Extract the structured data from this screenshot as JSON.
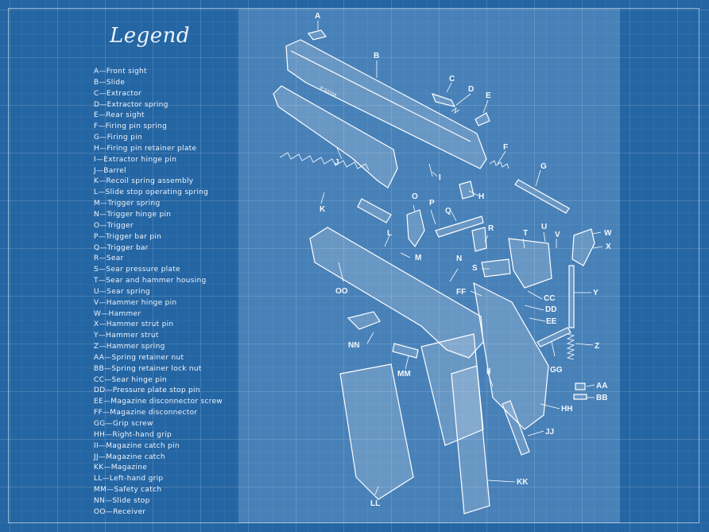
{
  "legend": {
    "title": "Legend",
    "items": [
      "A—Front sight",
      "B—Slide",
      "C—Extractor",
      "D—Extractor spring",
      "E—Rear sight",
      "F—Firing pin spring",
      "G—Firing pin",
      "H—Firing pin retainer plate",
      "I—Extractor hinge pin",
      "J—Barrel",
      "K—Recoil spring assembly",
      "L—Slide stop operating spring",
      "M—Trigger spring",
      "N—Trigger hinge pin",
      "O—Trigger",
      "P—Trigger bar pin",
      "Q—Trigger bar",
      "R—Sear",
      "S—Sear pressure plate",
      "T—Sear and hammer housing",
      "U—Sear spring",
      "V—Hammer hinge pin",
      "W—Hammer",
      "X—Hammer strut pin",
      "Y—Hammer strut",
      "Z—Hammer spring",
      "AA—Spring retainer nut",
      "BB—Spring retainer lock nut",
      "CC—Sear hinge pin",
      "DD—Pressure plate stop pin",
      "EE—Magazine disconnector screw",
      "FF—Magazine disconnector",
      "GG—Grip screw",
      "HH—Right-hand grip",
      "II—Magazine catch pin",
      "JJ—Magazine catch",
      "KK—Magazine",
      "LL—Left-hand grip",
      "MM—Safety catch",
      "NN—Slide stop",
      "OO—Receiver"
    ]
  },
  "slide_marking": "P 53208",
  "callouts": [
    "A",
    "B",
    "C",
    "D",
    "E",
    "F",
    "G",
    "H",
    "I",
    "J",
    "K",
    "L",
    "M",
    "N",
    "O",
    "P",
    "Q",
    "R",
    "S",
    "T",
    "U",
    "V",
    "W",
    "X",
    "Y",
    "Z",
    "AA",
    "BB",
    "CC",
    "DD",
    "EE",
    "FF",
    "GG",
    "HH",
    "II",
    "JJ",
    "KK",
    "LL",
    "MM",
    "NN",
    "OO"
  ],
  "colors": {
    "background": "#2465a3",
    "light_panel": "#a5cdf0",
    "lines": "#ffffff"
  }
}
